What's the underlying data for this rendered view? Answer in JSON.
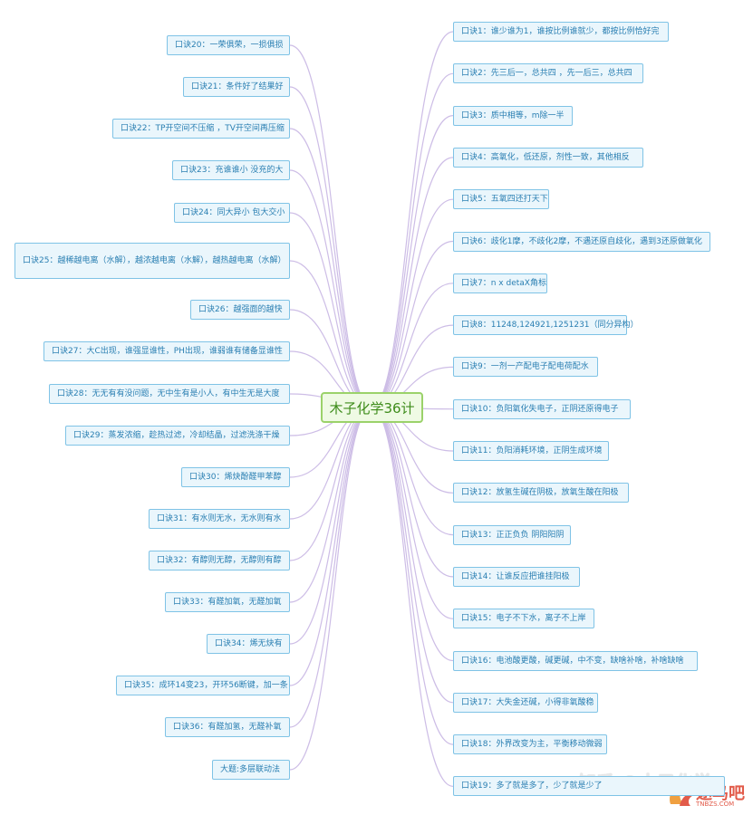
{
  "center": {
    "label": "木子化学36计"
  },
  "right_nodes": [
    "口诀1：谁少谁为1，谁按比例谁就少，都按比例恰好完",
    "口诀2：先三后一，总共四 ，先一后三，总共四",
    "口诀3：质中相等，m除一半",
    "口诀4：高氧化，低还原，剂性一致，其他相反",
    "口诀5：五氧四还打天下",
    "口诀6：歧化1摩，不歧化2摩，不遇还原自歧化，遇到3还原做氧化",
    "口诀7：n x detaX角标",
    "口诀8：11248,124921,1251231（同分异构）",
    "口诀9：一剂一产配电子配电荷配水",
    "口诀10：负阳氧化失电子，正阴还原得电子",
    "口诀11：负阳消耗环境，正阴生成环境",
    "口诀12：放氢生碱在阴极，放氧生酸在阳极",
    "口诀13：正正负负 阴阳阳阴",
    "口诀14：让谁反应把谁挂阳极",
    "口诀15：电子不下水，离子不上岸",
    "口诀16：电池酸更酸，碱更碱，中不变，缺啥补啥，补啥缺啥",
    "口诀17：大失金还碱，小得非氧酸稳",
    "口诀18：外界改变为主，平衡移动微弱",
    "口诀19：多了就是多了，少了就是少了"
  ],
  "left_nodes": [
    "口诀20：一荣俱荣，一损俱损",
    "口诀21：条件好了结果好",
    "口诀22：TP开空间不压缩 ，TV开空间再压缩",
    "口诀23：充谁谁小 没充的大",
    "口诀24：同大异小 包大交小",
    "口诀25：越稀越电离（水解），越浓越电离（水解），越热越电离（水解）",
    "口诀26：越强面的越快",
    "口诀27：大C出现，谁强显谁性，PH出现，谁弱谁有储备显谁性",
    "口诀28：无无有有没问题，无中生有是小人，有中生无是大度",
    "口诀29：蒸发浓缩，趁热过滤，冷却结晶，过滤洗涤干燥",
    "口诀30：烯炔酚醛甲苯醇",
    "口诀31：有水则无水，无水则有水",
    "口诀32：有醇则无醇，无醇则有醇",
    "口诀33：有醛加氧，无醛加氧",
    "口诀34：烯无炔有",
    "口诀35：成环14变23，开环56断键，加一条",
    "口诀36：有醛加氢，无醛补氧",
    "大题:多层联动法"
  ],
  "watermark": {
    "zhihu": "知乎 @木子化学",
    "site": "途鸟吧",
    "url": "TNBZS.COM"
  },
  "colors": {
    "node_border": "#7fc3e6",
    "node_fill": "#eaf6fc",
    "node_text": "#2a7fb2",
    "link": "#cdbde6",
    "center_border": "#9bd26a",
    "center_text": "#3e8c1b"
  }
}
